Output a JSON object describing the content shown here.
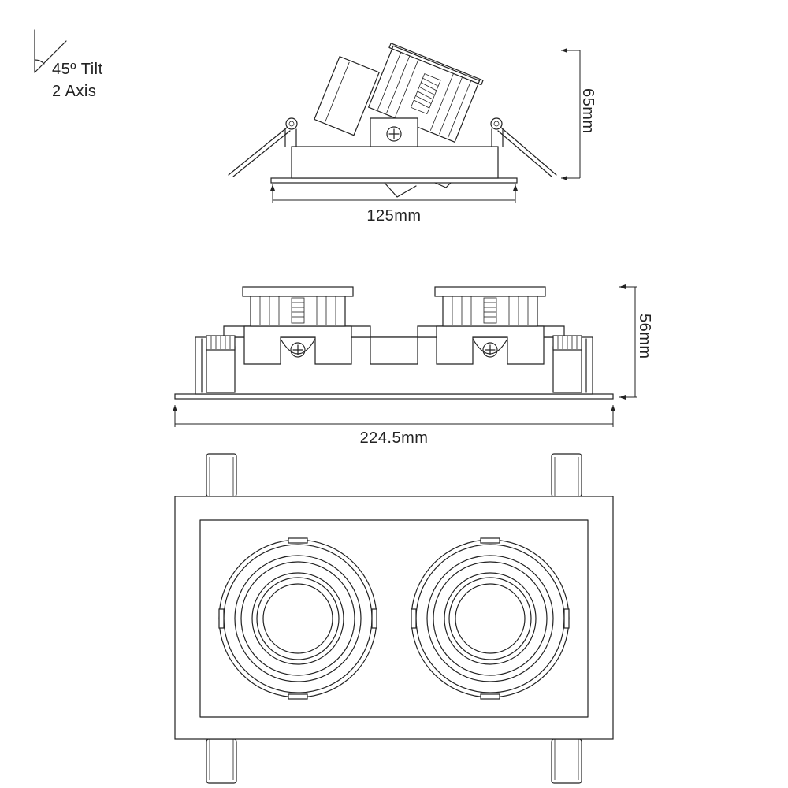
{
  "tilt_note": {
    "line1": "45º Tilt",
    "line2": "2 Axis"
  },
  "side_view": {
    "height_label": "65mm",
    "width_label": "125mm"
  },
  "front_view": {
    "height_label": "56mm",
    "width_label": "224.5mm"
  },
  "colors": {
    "line": "#222222",
    "background": "#ffffff"
  }
}
